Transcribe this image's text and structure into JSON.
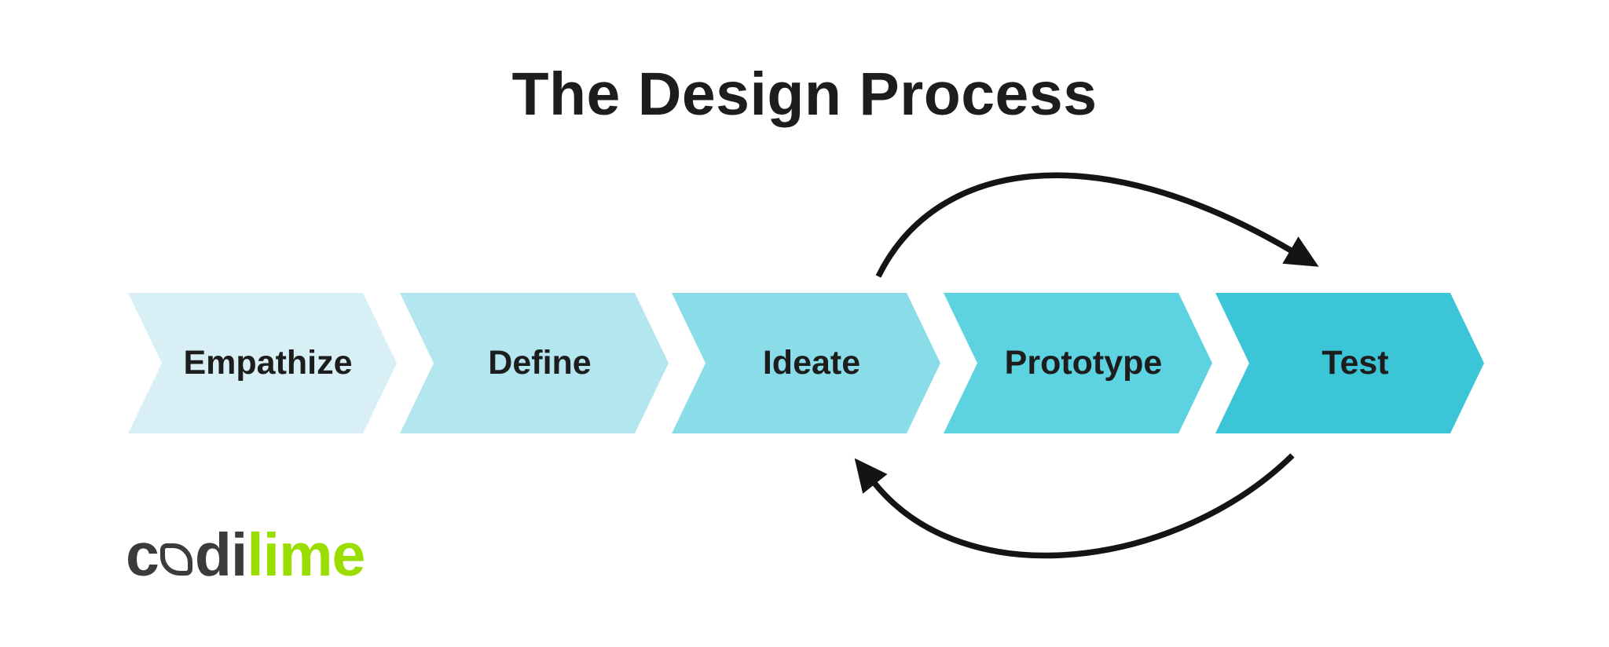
{
  "title": "The Design Process",
  "steps": [
    {
      "label": "Empathize",
      "color": "#d8f0f5"
    },
    {
      "label": "Define",
      "color": "#b3e6ee"
    },
    {
      "label": "Ideate",
      "color": "#8adde8"
    },
    {
      "label": "Prototype",
      "color": "#5dd2e0"
    },
    {
      "label": "Test",
      "color": "#3cc5d6"
    }
  ],
  "iteration_arrows": {
    "top": {
      "from": "Ideate",
      "to": "Test"
    },
    "bottom": {
      "from": "Test",
      "to": "Ideate"
    }
  },
  "logo": {
    "dark_part": "codi",
    "accent_part": "lime",
    "dark_color": "#3b3b3b",
    "accent_color": "#9ade00"
  },
  "colors": {
    "background": "#ffffff",
    "text": "#1d1d1d",
    "arrow": "#141414"
  }
}
